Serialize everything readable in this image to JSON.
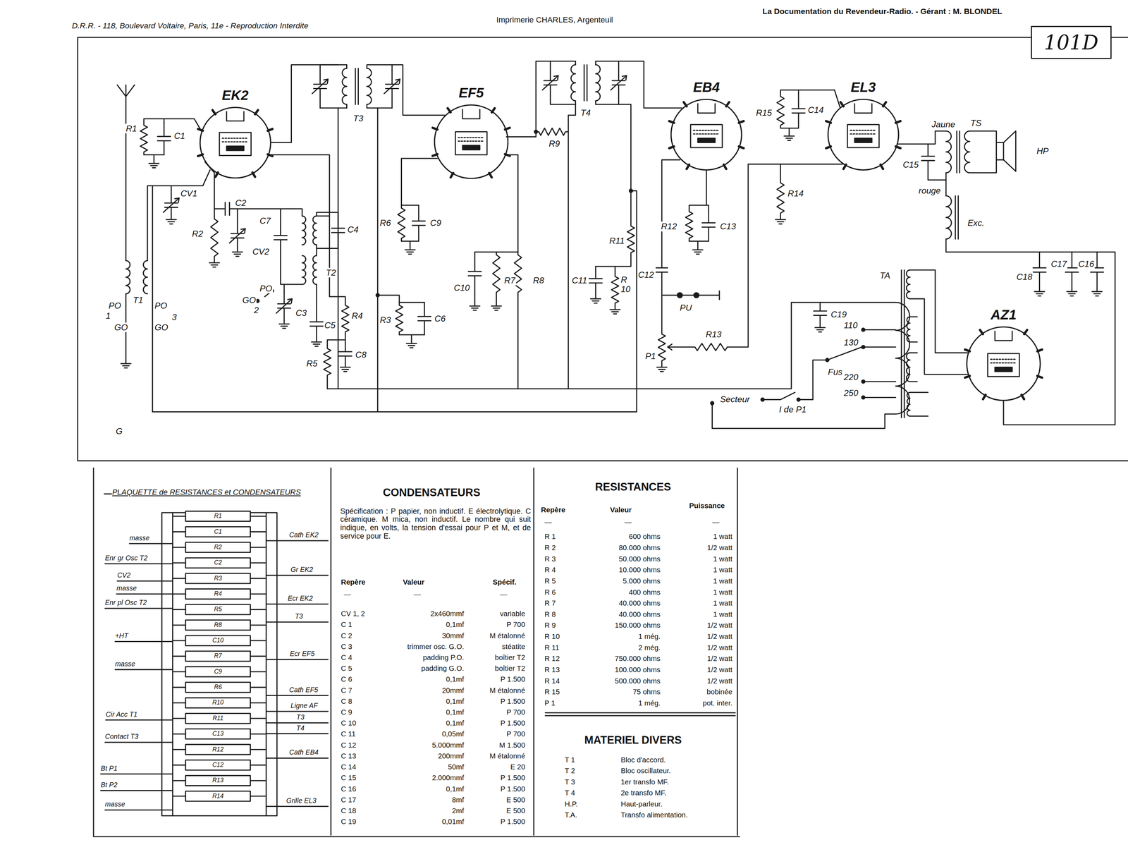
{
  "diagram": {
    "nodes": [
      {
        "text": [
          "101D"
        ]
      },
      {
        "text": [
          "EK2"
        ]
      },
      {
        "text": [
          "EF5"
        ]
      },
      {
        "text": [
          "EB4"
        ]
      },
      {
        "text": [
          "EL3"
        ]
      },
      {
        "text": [
          "AZ1"
        ]
      },
      {
        "text": [
          "PLAQUETTE de RESISTANCES et CONDENSATEURS"
        ]
      }
    ],
    "labels": [
      "D.R.R. - 118, Boulevard Voltaire, Paris, 11e - Reproduction Interdite",
      "Imprimerie CHARLES, Argenteuil",
      "La Documentation du Revendeur-Radio. - Gérant : M. BLONDEL",
      "R1",
      "C1",
      "CV1",
      "C2",
      "R2",
      "CV2",
      "C7",
      "C4",
      "T2",
      "C3",
      "C5",
      "GO",
      "PO",
      "2",
      "R4",
      "C8",
      "R5",
      "R3",
      "C6",
      "T1",
      "PO",
      "1",
      "GO",
      "PO",
      "3",
      "GO",
      "T3",
      "R6",
      "C9",
      "R9",
      "T4",
      "C10",
      "R7",
      "R8",
      "R11",
      "C11",
      "R 10",
      "R12",
      "C13",
      "C12",
      "PU",
      "P1",
      "R13",
      "R14",
      "R15",
      "C14",
      "C15",
      "Jaune",
      "TS",
      "HP",
      "rouge",
      "Exc.",
      "TA",
      "C19",
      "C18",
      "C17",
      "C16",
      "Fus",
      "110",
      "130",
      "220",
      "250",
      "Secteur",
      "I de P1",
      "G",
      "masse",
      "Enr gr Osc T2",
      "CV2",
      "masse",
      "Enr pl Osc T2",
      "+HT",
      "masse",
      "Cir Acc T1",
      "Contact T3",
      "Bt P1",
      "Bt P2",
      "masse",
      "Cath EK2",
      "Gr EK2",
      "Ecr EK2",
      "T3",
      "Ecr EF5",
      "Cath EF5",
      "Ligne AF",
      "T3",
      "T4",
      "Cath EB4",
      "Grille EL3",
      "R1",
      "C1",
      "R2",
      "C2",
      "R3",
      "R4",
      "R5",
      "R8",
      "C10",
      "R7",
      "C9",
      "R6",
      "R10",
      "R11",
      "C13",
      "R12",
      "C12",
      "R13",
      "R14",
      "CONDENSATEURS",
      "Spécification : P papier, non inductif. E électrolytique. C céramique. M mica, non inductif. Le nombre qui suit indique, en volts, la tension d'essai pour P et M, et de service pour E.",
      "Repère",
      "Valeur",
      "Spécif.",
      "—",
      "—",
      "—",
      "CV 1, 2",
      "2x460mmf",
      "variable",
      "C 1",
      "0,1mf",
      "P 700",
      "C 2",
      "30mmf",
      "M étalonné",
      "C 3",
      "trimmer osc. G.O.",
      "stéatite",
      "C 4",
      "padding P.O.",
      "boîtier T2",
      "C 5",
      "padding G.O.",
      "boîtier T2",
      "C 6",
      "0,1mf",
      "P 1.500",
      "C 7",
      "20mmf",
      "M étalonné",
      "C 8",
      "0,1mf",
      "P 1.500",
      "C 9",
      "0,1mf",
      "P 700",
      "C 10",
      "0,1mf",
      "P 1.500",
      "C 11",
      "0,05mf",
      "P 700",
      "C 12",
      "5.000mmf",
      "M 1.500",
      "C 13",
      "200mmf",
      "M étalonné",
      "C 14",
      "50mf",
      "E 20",
      "C 15",
      "2.000mmf",
      "P 1.500",
      "C 16",
      "0,1mf",
      "P 1.500",
      "C 17",
      "8mf",
      "E 500",
      "C 18",
      "2mf",
      "E 500",
      "C 19",
      "0,01mf",
      "P 1.500",
      "RESISTANCES",
      "Repère",
      "Valeur",
      "Puissance",
      "—",
      "—",
      "—",
      "R 1",
      "600 ohms",
      "1 watt",
      "R 2",
      "80.000 ohms",
      "1/2 watt",
      "R 3",
      "50.000 ohms",
      "1 watt",
      "R 4",
      "10.000 ohms",
      "1 watt",
      "R 5",
      "5.000 ohms",
      "1 watt",
      "R 6",
      "400 ohms",
      "1 watt",
      "R 7",
      "40.000 ohms",
      "1 watt",
      "R 8",
      "40.000 ohms",
      "1 watt",
      "R 9",
      "150.000 ohms",
      "1/2 watt",
      "R 10",
      "1 még.",
      "1/2 watt",
      "R 11",
      "2 még.",
      "1/2 watt",
      "R 12",
      "750.000 ohms",
      "1/2 watt",
      "R 13",
      "100.000 ohms",
      "1/2 watt",
      "R 14",
      "500.000 ohms",
      "1/2 watt",
      "R 15",
      "75 ohms",
      "bobinée",
      "P 1",
      "1 még.",
      "pot. inter.",
      "MATERIEL DIVERS",
      "T 1",
      "Bloc d'accord.",
      "T 2",
      "Bloc oscillateur.",
      "T 3",
      "1er transfo MF.",
      "T 4",
      "2e transfo MF.",
      "H.P.",
      "Haut-parleur.",
      "T.A.",
      "Transfo alimentation."
    ]
  }
}
